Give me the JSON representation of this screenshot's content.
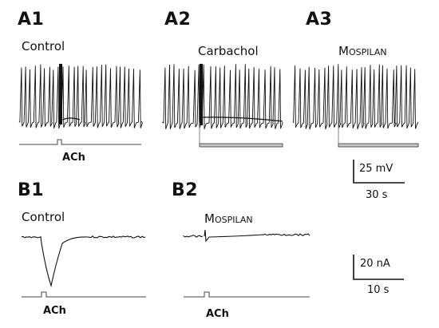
{
  "panels": {
    "A1": {
      "label": "A1",
      "condition": "Control",
      "stimulus": "ACh"
    },
    "A2": {
      "label": "A2",
      "condition": "Carbachol"
    },
    "A3": {
      "label": "A3",
      "condition_first": "M",
      "condition_rest": "OSPILAN"
    },
    "B1": {
      "label": "B1",
      "condition": "Control",
      "stimulus": "ACh"
    },
    "B2": {
      "label": "B2",
      "condition_first": "M",
      "condition_rest": "OSPILAN",
      "stimulus": "ACh"
    }
  },
  "scalebars": {
    "A": {
      "vertical": "25 mV",
      "horizontal": "30 s"
    },
    "B": {
      "vertical": "20 nA",
      "horizontal": "10 s"
    }
  },
  "colors": {
    "trace": "#111111",
    "bar_fill": "#c8c8c8"
  }
}
